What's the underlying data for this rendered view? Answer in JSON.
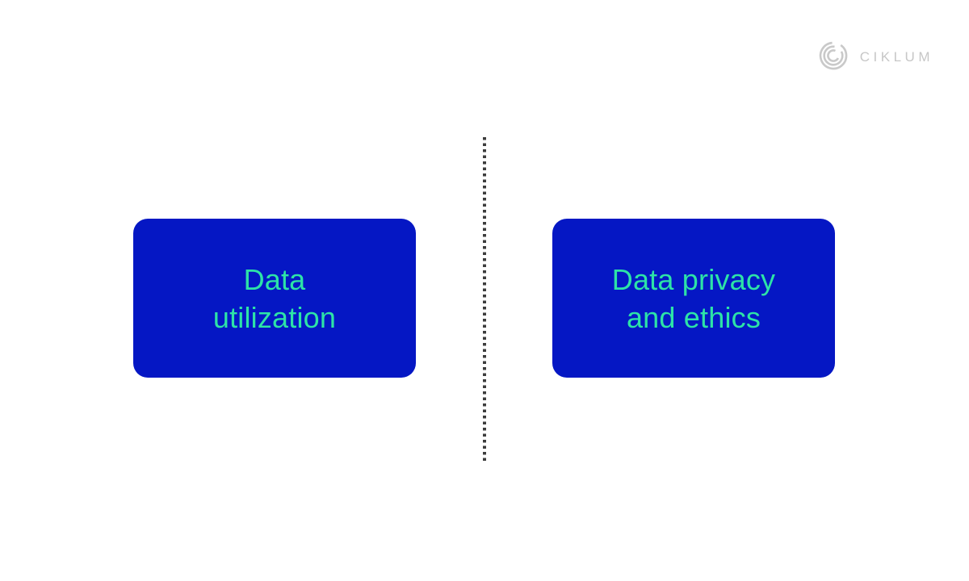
{
  "logo": {
    "brand": "CIKLUM",
    "icon": "ciklum-arcs-icon",
    "icon_color": "#c9c9c9",
    "text_color": "#c7c7c7"
  },
  "colors": {
    "page_background": "#ffffff",
    "card_background": "#0517c4",
    "card_text": "#2de3a7",
    "divider_dot": "#3d3d3d"
  },
  "cards": [
    {
      "id": "data-utilization",
      "label": "Data\nutilization"
    },
    {
      "id": "data-privacy-ethics",
      "label": "Data privacy\nand ethics"
    }
  ],
  "divider": {
    "orientation": "vertical",
    "style": "dotted"
  }
}
